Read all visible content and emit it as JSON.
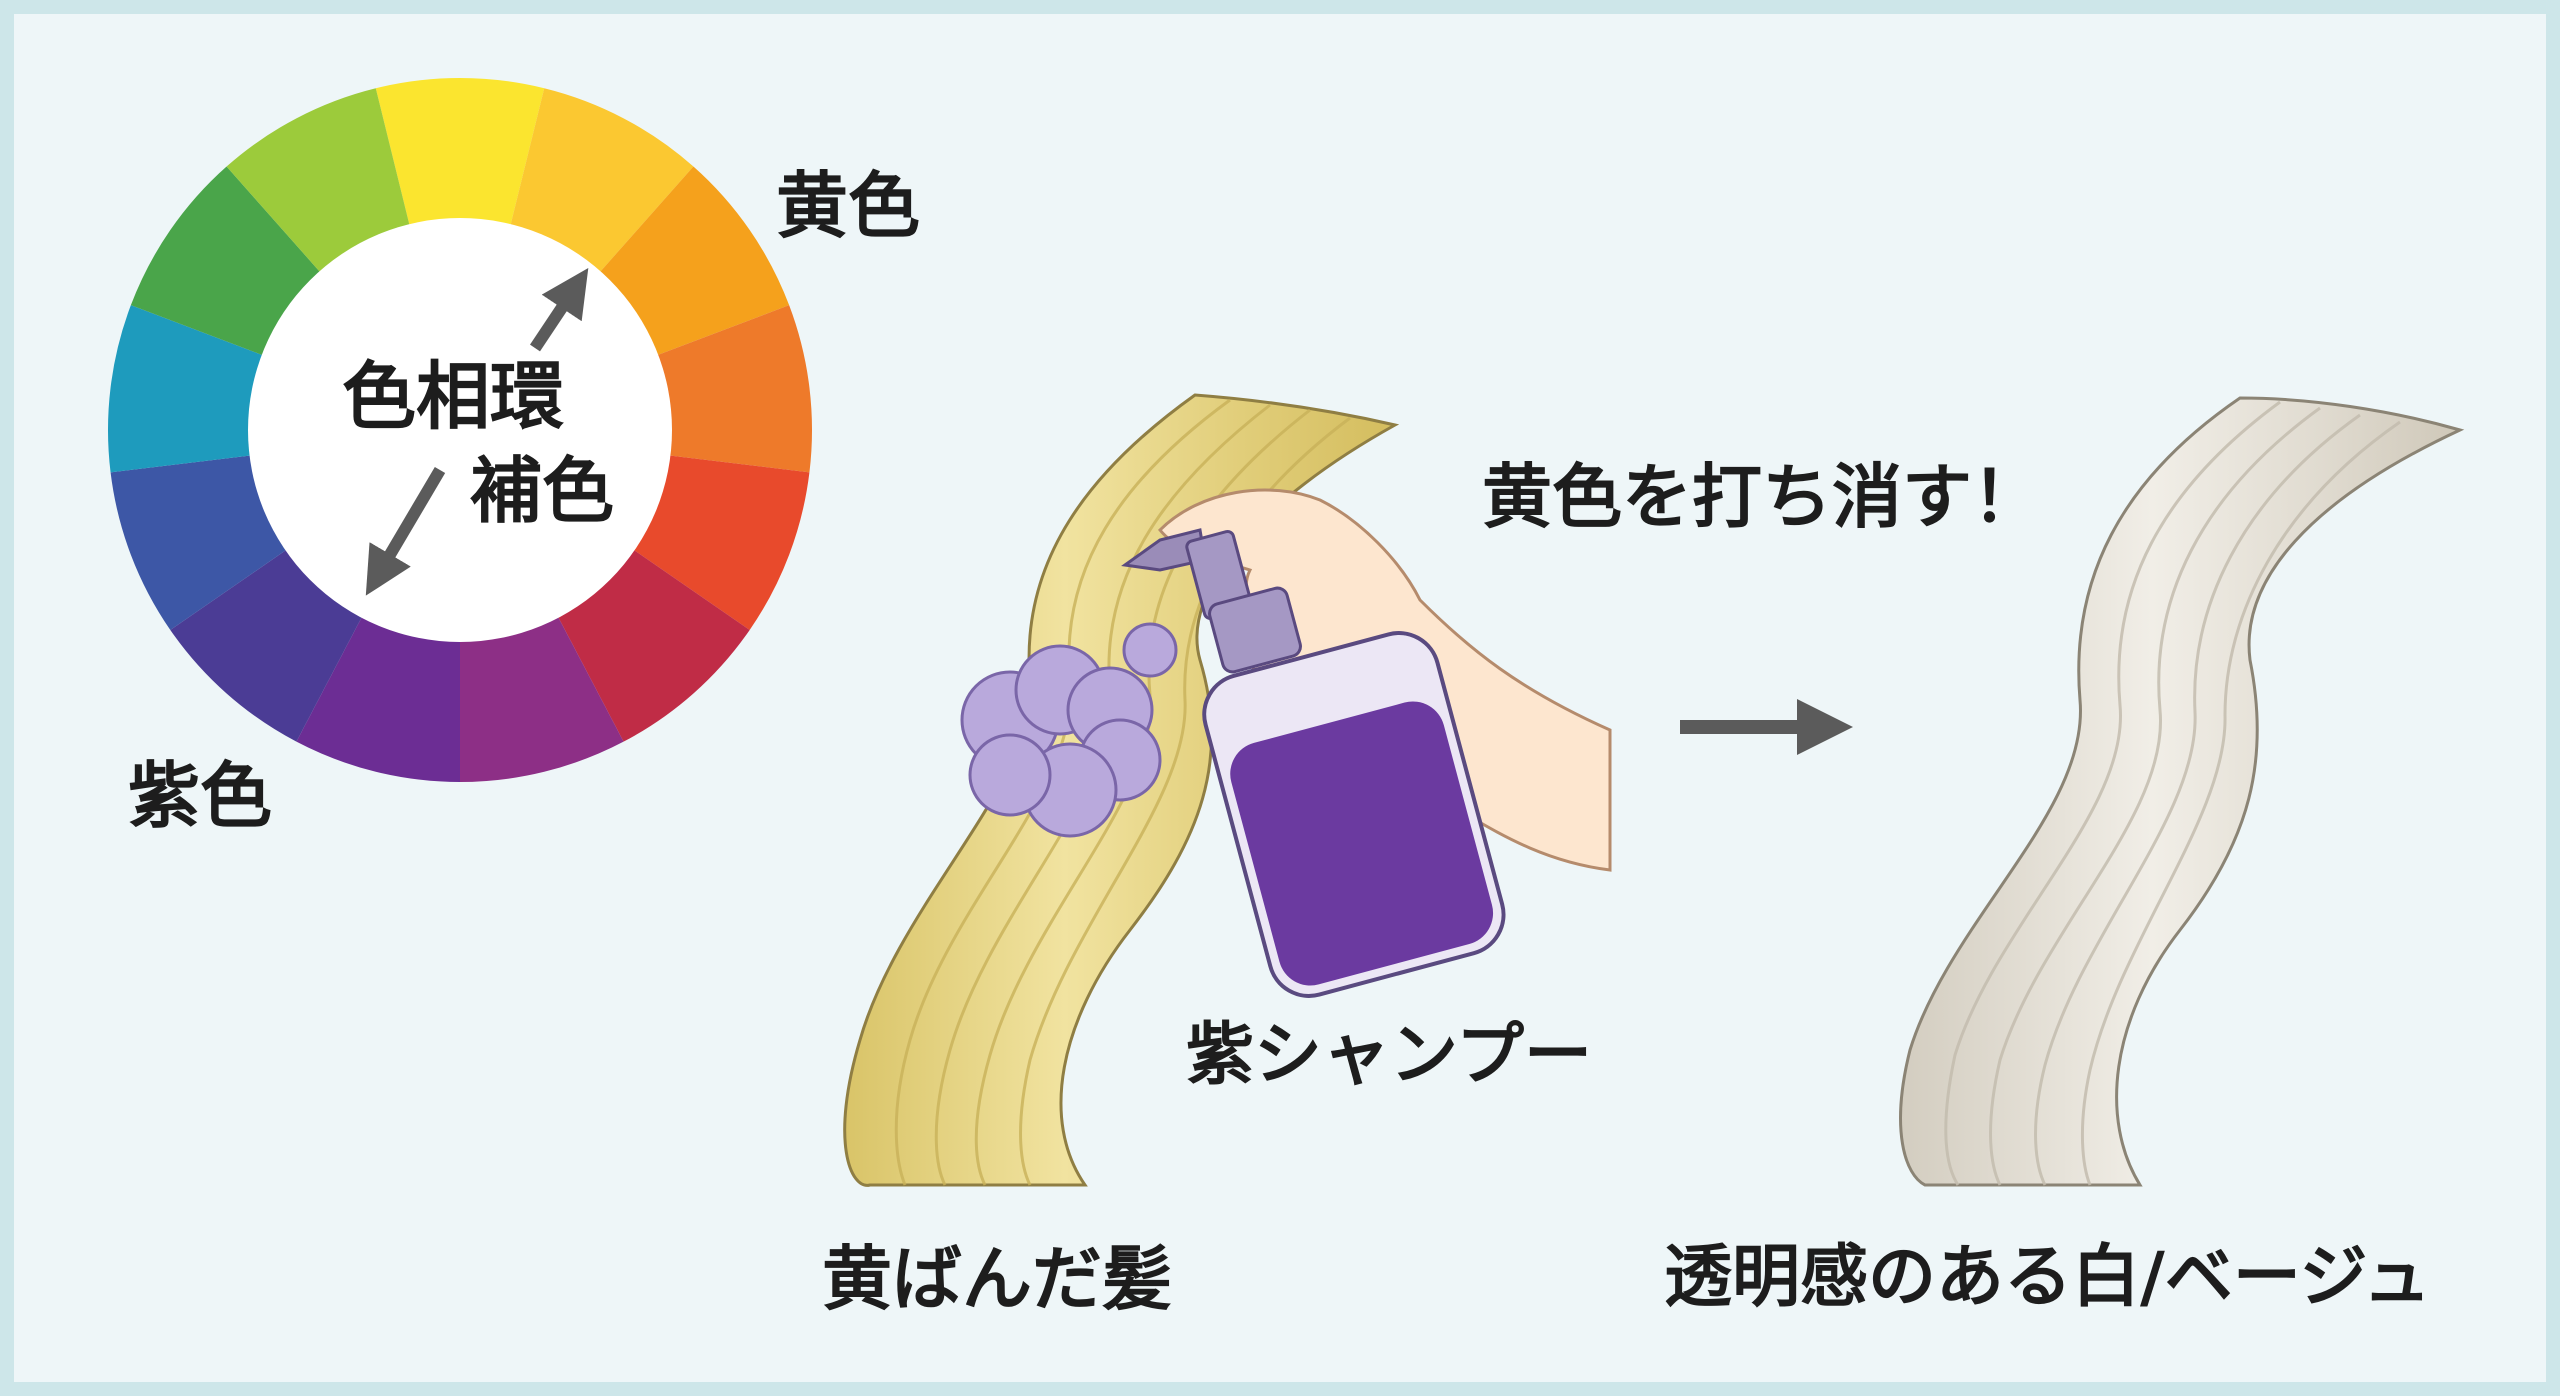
{
  "wheel": {
    "center_label": "色相環",
    "complement_label": "補色",
    "yellow_label": "黄色",
    "purple_label": "紫色",
    "segment_colors": [
      "#fbe52f",
      "#fbc831",
      "#f5a11c",
      "#ee7a2a",
      "#e84a2c",
      "#c02c46",
      "#8d2f86",
      "#6c2d94",
      "#4b3c95",
      "#3d57a6",
      "#1e9bbd",
      "#4aa54a",
      "#9ccb3b"
    ]
  },
  "process": {
    "cancel_label": "黄色を打ち消す！",
    "shampoo_label": "紫シャンプー",
    "before_label": "黄ばんだ髪",
    "after_label": "透明感のある白/ベージュ"
  },
  "colors": {
    "yellow_hair": "#e8d98a",
    "ash_hair": "#e3dfd5",
    "shampoo_purple": "#6b3aa0",
    "foam": "#b9a9dc",
    "arrow": "#5b5b5b"
  }
}
